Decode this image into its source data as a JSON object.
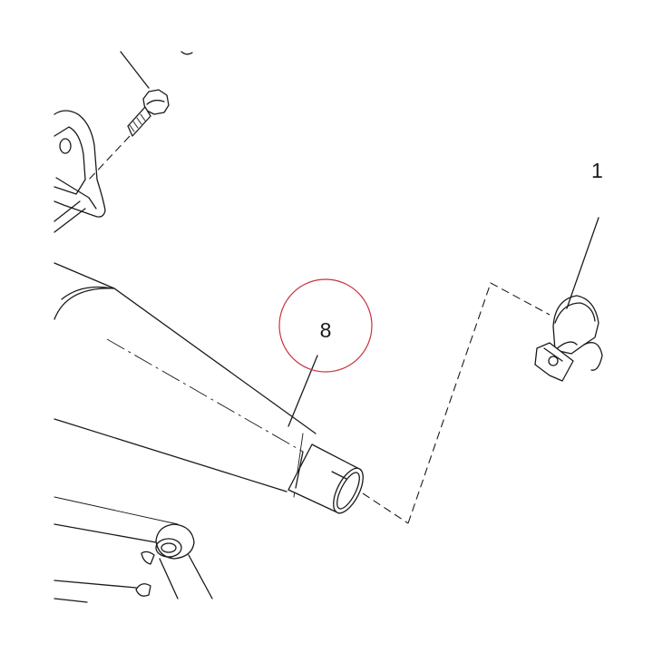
{
  "diagram": {
    "callouts": [
      {
        "id": "part-1",
        "label": "1"
      },
      {
        "id": "part-8",
        "label": "8"
      }
    ],
    "highlight": {
      "target": "part-8",
      "color": "#c8323c"
    },
    "line_color": "#1a1a1a",
    "background": "#ffffff"
  }
}
